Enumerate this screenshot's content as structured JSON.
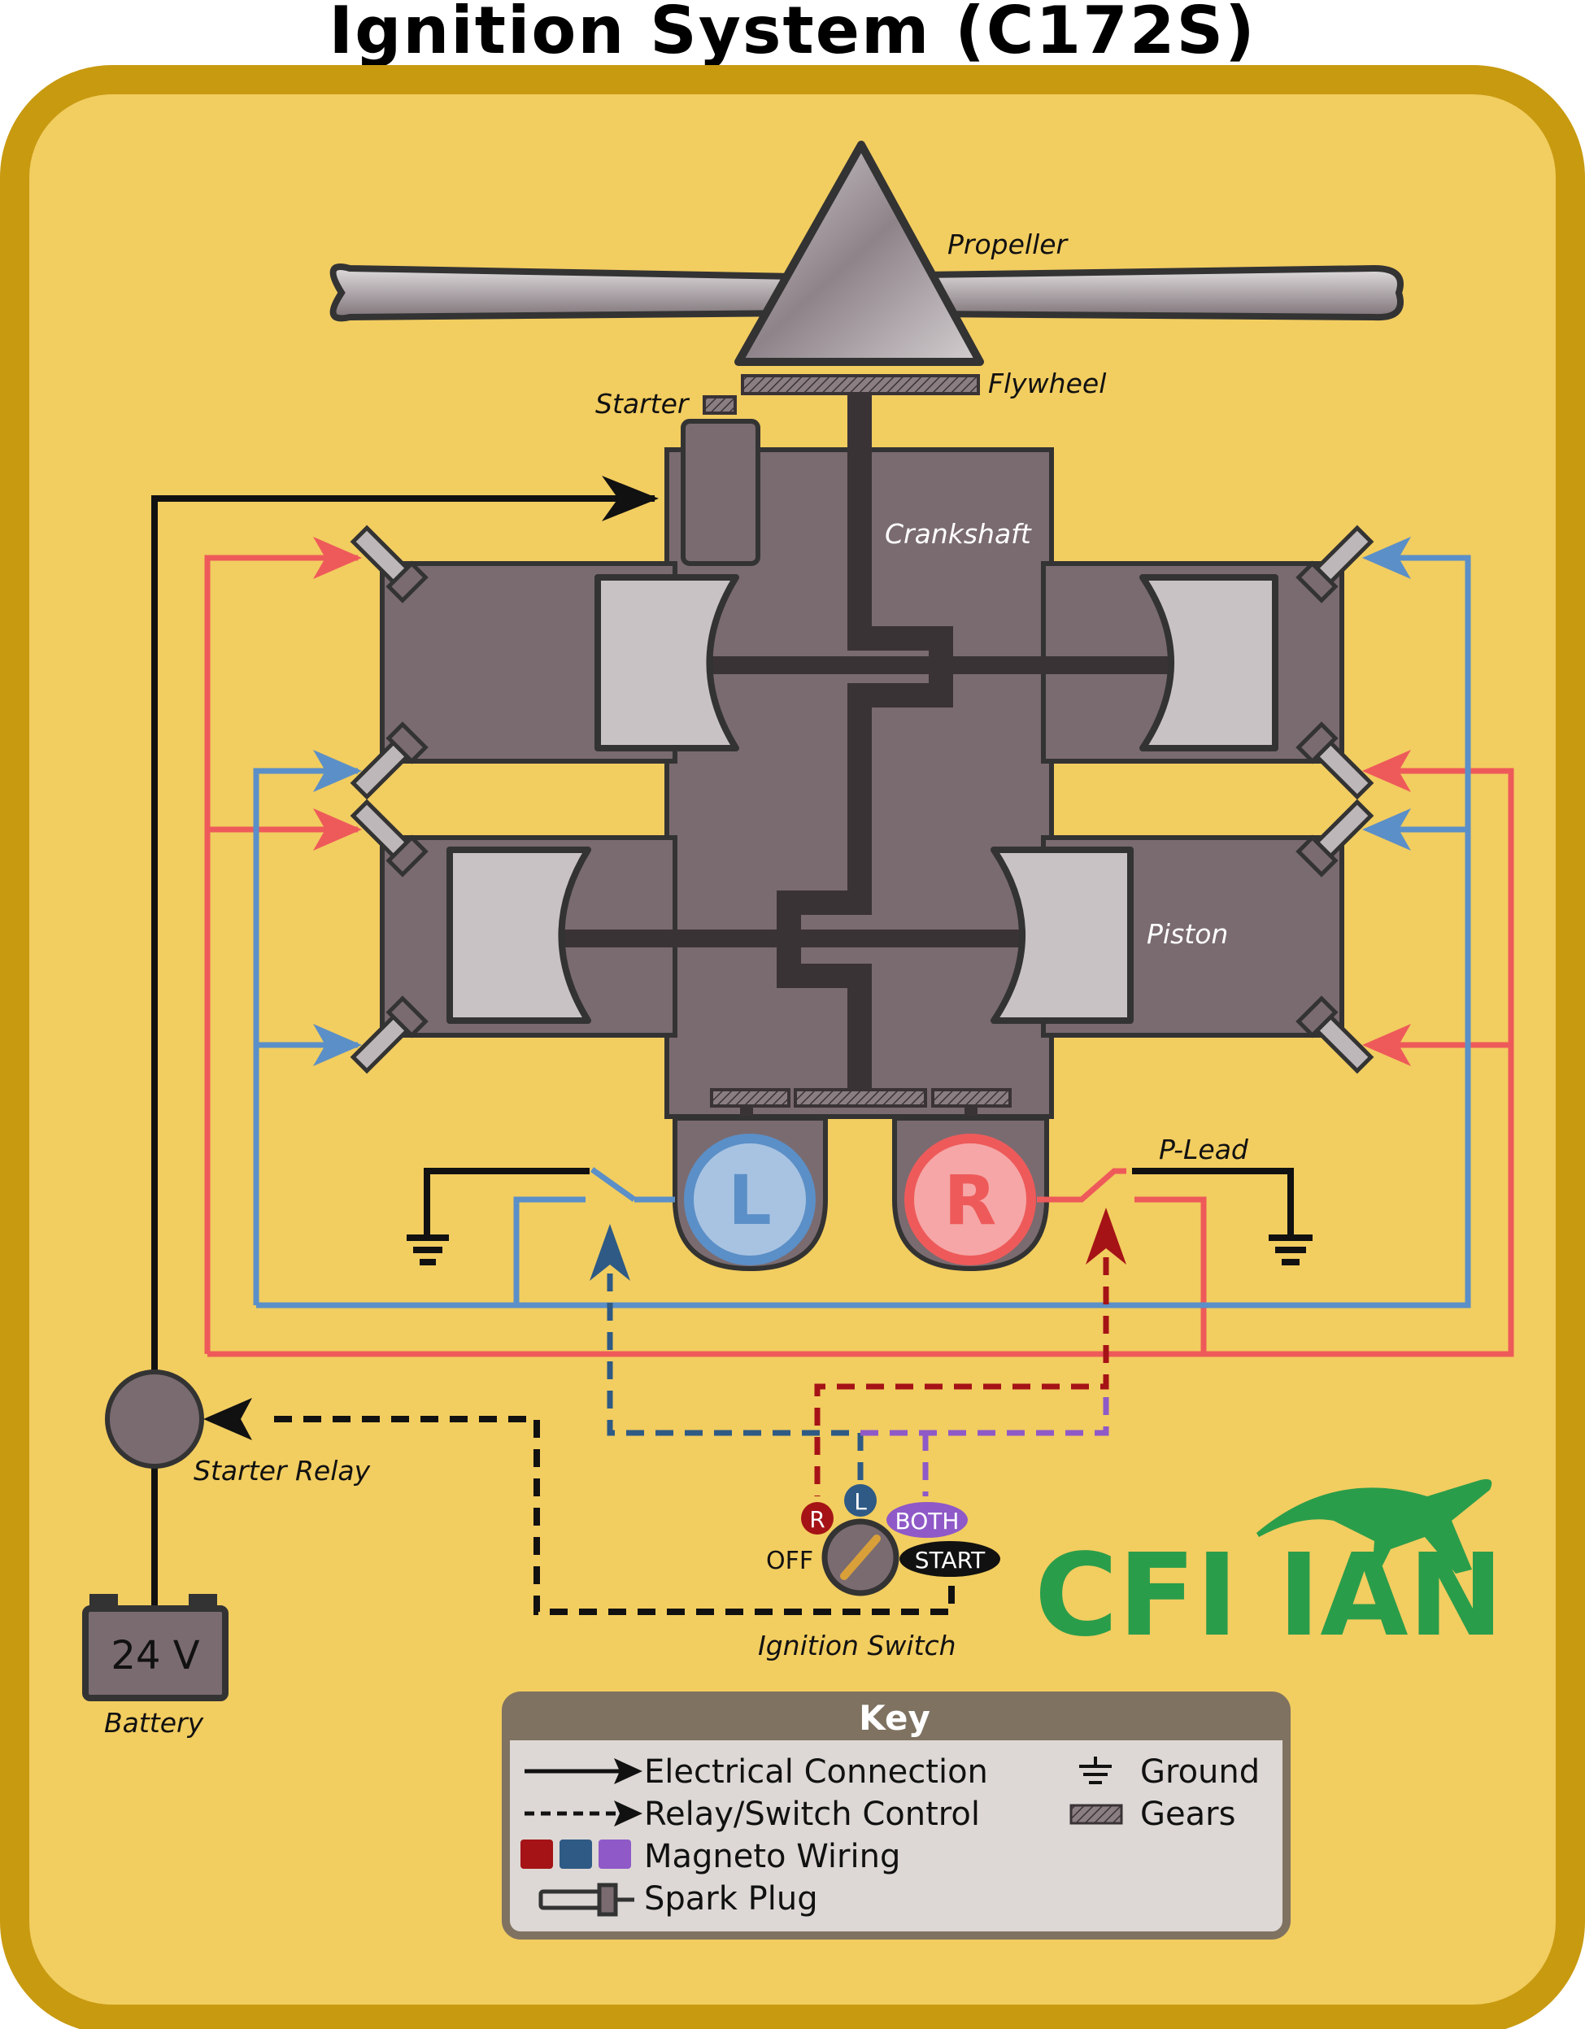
{
  "title": "Ignition System (C172S)",
  "labels": {
    "propeller": "Propeller",
    "flywheel": "Flywheel",
    "starter": "Starter",
    "crankshaft": "Crankshaft",
    "piston": "Piston",
    "p_lead": "P-Lead",
    "starter_relay": "Starter Relay",
    "battery": "Battery",
    "battery_voltage": "24 V",
    "ignition_switch": "Ignition Switch",
    "left_magneto": "L",
    "right_magneto": "R"
  },
  "switch_positions": {
    "off": "OFF",
    "r": "R",
    "l": "L",
    "both": "BOTH",
    "start": "START"
  },
  "logo": "CFI IAN",
  "key": {
    "title": "Key",
    "items": {
      "electrical": "Electrical Connection",
      "relay": "Relay/Switch Control",
      "magneto": "Magneto Wiring",
      "spark_plug": "Spark Plug",
      "ground": "Ground",
      "gears": "Gears"
    }
  },
  "colors": {
    "frame": "#C89A10",
    "background": "#F2CD60",
    "engine": "#7A6B70",
    "piston": "#C8C2C4",
    "left_wire": "#5B8FC7",
    "right_wire": "#EE5A5A",
    "left_control": "#2E5A85",
    "right_control": "#A51316",
    "both_control": "#8F59C8",
    "logo": "#2A9D4A"
  }
}
